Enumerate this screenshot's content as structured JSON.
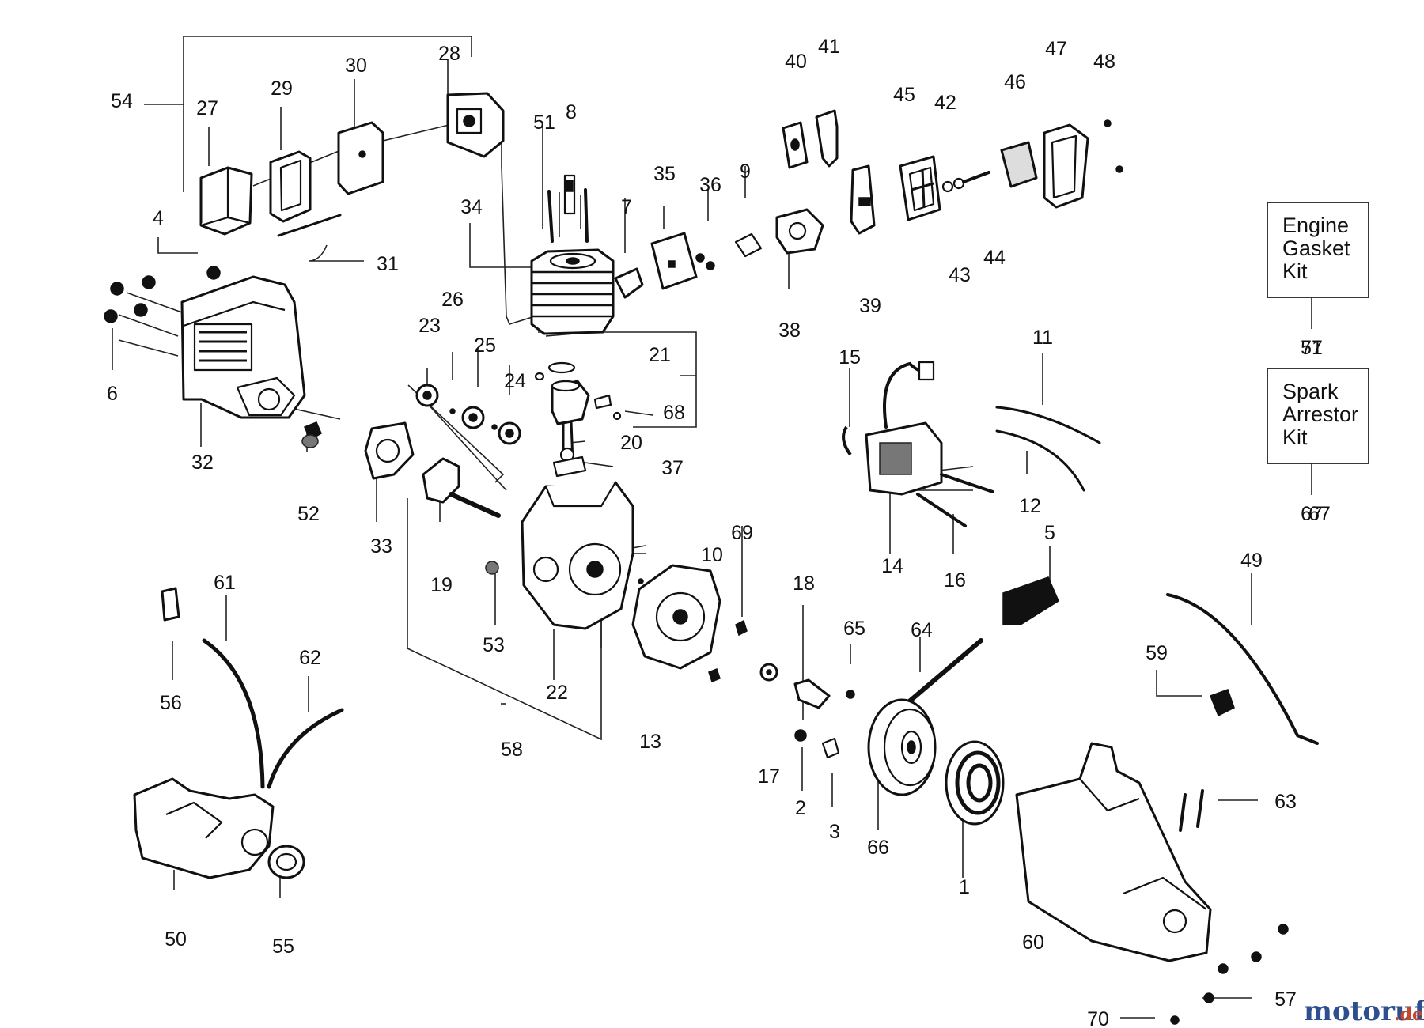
{
  "part_numbers": [
    "1",
    "2",
    "3",
    "4",
    "5",
    "6",
    "7",
    "8",
    "9",
    "10",
    "11",
    "12",
    "13",
    "14",
    "15",
    "16",
    "17",
    "18",
    "19",
    "20",
    "21",
    "22",
    "23",
    "24",
    "25",
    "26",
    "27",
    "28",
    "29",
    "30",
    "31",
    "32",
    "33",
    "34",
    "35",
    "36",
    "37",
    "38",
    "39",
    "40",
    "41",
    "42",
    "43",
    "44",
    "45",
    "46",
    "47",
    "48",
    "49",
    "50",
    "51",
    "52",
    "53",
    "54",
    "55",
    "56",
    "58",
    "59",
    "60",
    "61",
    "62",
    "63",
    "64",
    "65",
    "66",
    "67",
    "68",
    "69",
    "70",
    "71",
    "57",
    "6"
  ],
  "kits": {
    "gasket": {
      "line1": "Engine",
      "line2": "Gasket",
      "line3": "Kit",
      "number": "57"
    },
    "arrestor": {
      "line1": "Spark",
      "line2": "Arrestor",
      "line3": "Kit",
      "number": "67"
    }
  },
  "watermark": {
    "brand": "motoruf",
    "suffix": ".de"
  }
}
